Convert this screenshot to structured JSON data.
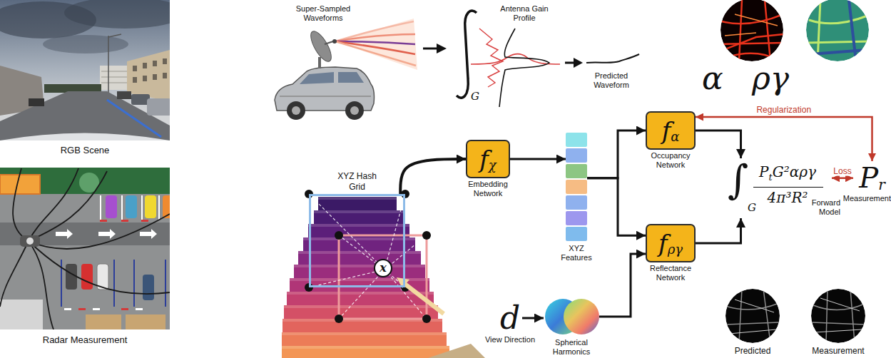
{
  "diagram": {
    "nodes": [
      {
        "text": [
          "XYZ Hash Grid"
        ]
      },
      {
        "text": [
          "x"
        ],
        "in": 0
      },
      {
        "text": [
          "f",
          "χ",
          "Embedding Network"
        ]
      },
      {
        "text": [
          "XYZ Features"
        ]
      },
      {
        "text": [
          "f",
          "α",
          "Occupancy Network"
        ]
      },
      {
        "text": [
          "d",
          "View Direction"
        ]
      },
      {
        "text": [
          "Spherical Harmonics"
        ]
      },
      {
        "text": [
          "f",
          "ργ",
          "Reflectance Network"
        ]
      },
      {
        "text": [
          "∫",
          "G",
          "P",
          "t",
          "G²αργ",
          "4π³R²",
          "Forward Model"
        ]
      },
      {
        "text": [
          "P",
          "r",
          "Measurement"
        ]
      }
    ],
    "edges": [
      {
        "from": 0,
        "to": 2,
        "arrow": "to"
      },
      {
        "from": 2,
        "to": 3,
        "arrow": "to"
      },
      {
        "from": 3,
        "to": 4,
        "arrow": "to"
      },
      {
        "from": 3,
        "to": 7,
        "arrow": "to"
      },
      {
        "from": 5,
        "to": 6,
        "arrow": "to"
      },
      {
        "from": 6,
        "to": 7,
        "arrow": "to"
      },
      {
        "from": 4,
        "to": 8,
        "arrow": "to"
      },
      {
        "from": 7,
        "to": 8,
        "arrow": "to"
      },
      {
        "from": 8,
        "to": 9,
        "label": "Loss",
        "arrow": "both"
      },
      {
        "from": 4,
        "to": 9,
        "label": "Regularization",
        "arrow": "both"
      }
    ],
    "labels": [
      "RGB Scene",
      "Radar Measurement",
      "Super-Sampled Waveforms",
      "Antenna Gain Profile",
      "G",
      "Predicted Waveform",
      "α",
      "ργ",
      "Predicted",
      "Measurement"
    ]
  }
}
